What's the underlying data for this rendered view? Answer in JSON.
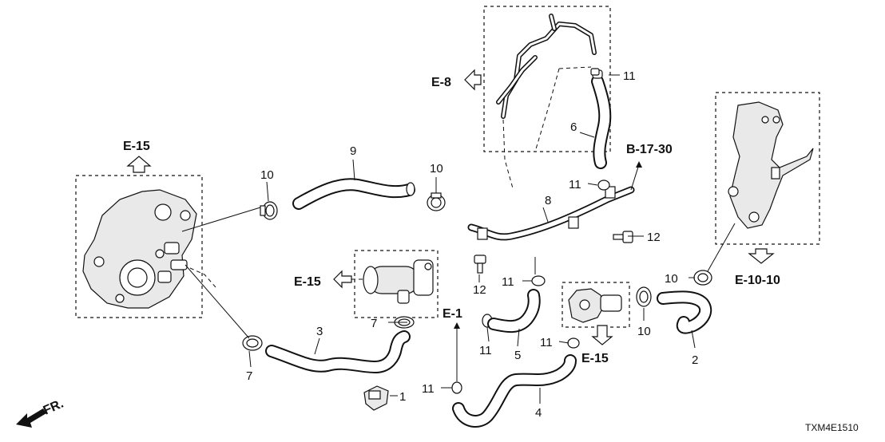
{
  "diagram_code": "TXM4E1510",
  "front_indicator": "FR.",
  "part_labels": {
    "p1": "1",
    "p2": "2",
    "p3": "3",
    "p4": "4",
    "p5": "5",
    "p6": "6",
    "p7a": "7",
    "p7b": "7",
    "p8": "8",
    "p9": "9",
    "p10a": "10",
    "p10b": "10",
    "p10c": "10",
    "p10d": "10",
    "p11a": "11",
    "p11b": "11",
    "p11c": "11",
    "p11d": "11",
    "p11e": "11",
    "p11f": "11",
    "p12a": "12",
    "p12b": "12"
  },
  "references": {
    "e15_top": "E-15",
    "e15_mid": "E-15",
    "e15_bottom": "E-15",
    "e8": "E-8",
    "e1": "E-1",
    "e10_10": "E-10-10",
    "b17_30": "B-17-30"
  },
  "icons": {
    "ref_arrow": "hollow-arrow-icon",
    "front_arrow": "front-direction-arrow-icon"
  },
  "colors": {
    "line": "#111111",
    "background": "#ffffff"
  }
}
